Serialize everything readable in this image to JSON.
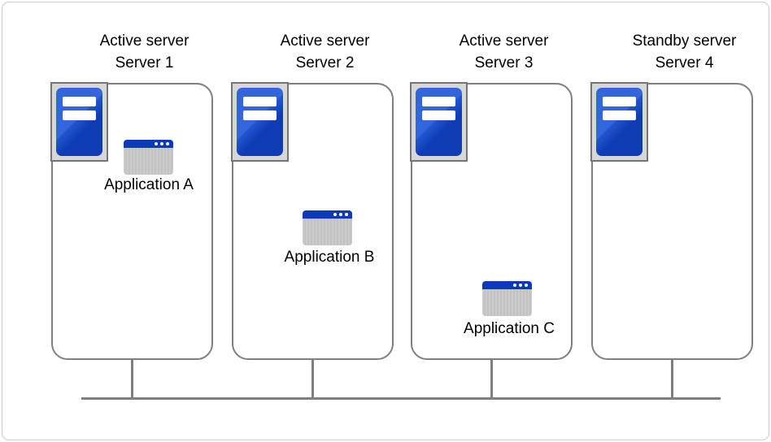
{
  "servers": [
    {
      "role": "Active server",
      "name": "Server 1",
      "application": "Application A"
    },
    {
      "role": "Active server",
      "name": "Server 2",
      "application": "Application B"
    },
    {
      "role": "Active server",
      "name": "Server 3",
      "application": "Application C"
    },
    {
      "role": "Standby server",
      "name": "Server 4",
      "application": null
    }
  ],
  "icons": {
    "server": "server-tower-icon",
    "application": "application-window-icon"
  },
  "colors": {
    "server_blue_dark": "#0e3cb4",
    "server_blue_light": "#3166dc",
    "window_titlebar_blue": "#0c3ab8",
    "plate_gray": "#d7d7d7",
    "line_gray": "#7f7f7f",
    "window_body_gray": "#c9c9c9",
    "text": "#000000"
  }
}
